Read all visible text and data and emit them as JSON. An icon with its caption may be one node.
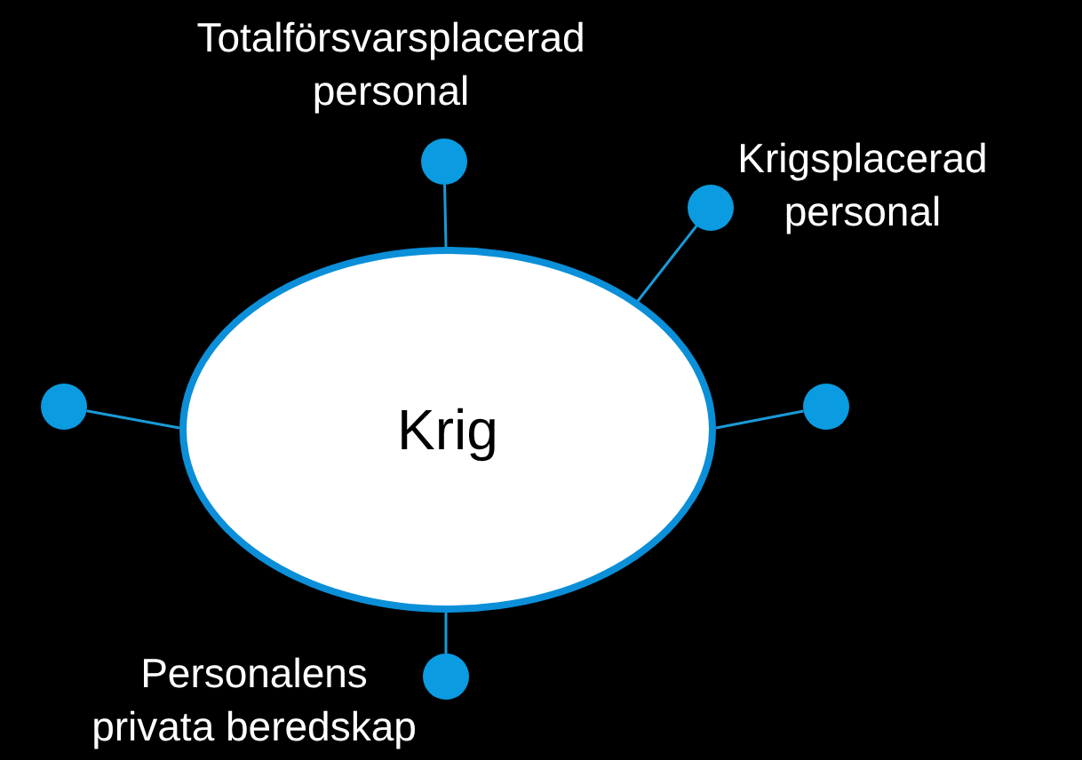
{
  "diagram": {
    "nodes": [
      {
        "text": [
          "Krig"
        ]
      },
      {
        "text": [],
        "shape": "circle",
        "beside": [
          "Totalförsvarsplacerad personal"
        ]
      },
      {
        "text": [],
        "shape": "circle",
        "beside": [
          "Krigsplacerad personal"
        ]
      },
      {
        "text": [],
        "shape": "circle"
      },
      {
        "text": [],
        "shape": "circle"
      },
      {
        "text": [],
        "shape": "circle",
        "beside": [
          "Personalens privata beredskap"
        ]
      }
    ],
    "edges": [
      {
        "from": 1,
        "to": 0,
        "arrow": "none"
      },
      {
        "from": 2,
        "to": 0,
        "arrow": "none"
      },
      {
        "from": 3,
        "to": 0,
        "arrow": "none"
      },
      {
        "from": 4,
        "to": 0,
        "arrow": "none"
      },
      {
        "from": 5,
        "to": 0,
        "arrow": "none"
      }
    ]
  }
}
